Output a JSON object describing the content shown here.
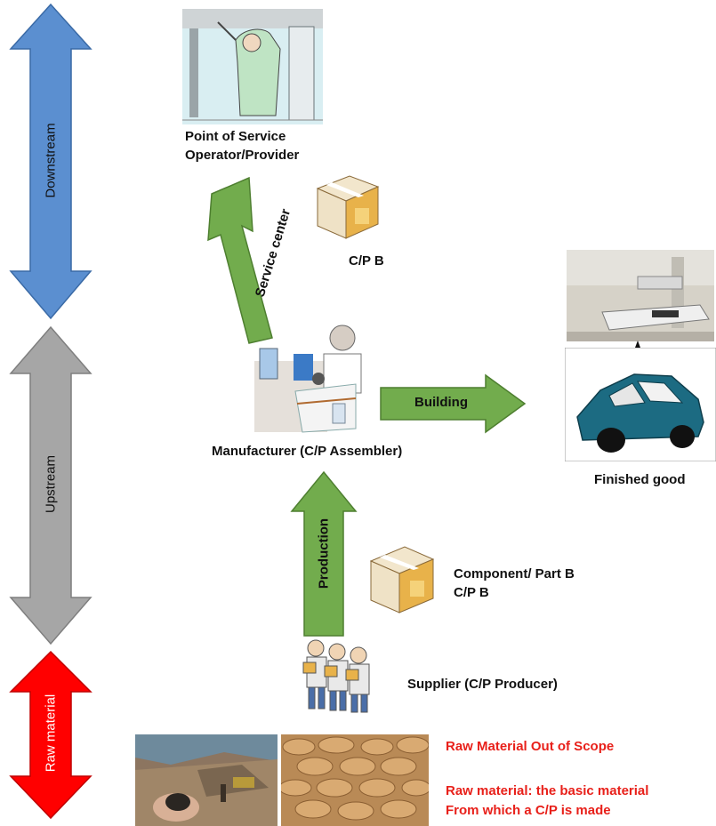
{
  "stages": {
    "downstream": "Downstream",
    "upstream": "Upstream",
    "raw_material": "Raw material"
  },
  "flows": {
    "service_center": "Service center",
    "building": "Building",
    "production": "Production"
  },
  "nodes": {
    "point_of_service_line1": "Point of Service",
    "point_of_service_line2": "Operator/Provider",
    "cp_b_top": "C/P B",
    "manufacturer": "Manufacturer (C/P Assembler)",
    "finished_good": "Finished good",
    "component_line1": "Component/ Part B",
    "component_line2": "C/P B",
    "supplier": "Supplier  (C/P Producer)"
  },
  "notes": {
    "out_of_scope": "Raw Material  Out of Scope",
    "definition_line1": "Raw material:  the basic material",
    "definition_line2": "From which a C/P  is made"
  },
  "colors": {
    "downstream": "#5b8fd0",
    "upstream": "#a6a6a6",
    "raw_material": "#ff0000",
    "flow_arrow": "#72ac4d",
    "note_text": "#e8201a"
  }
}
